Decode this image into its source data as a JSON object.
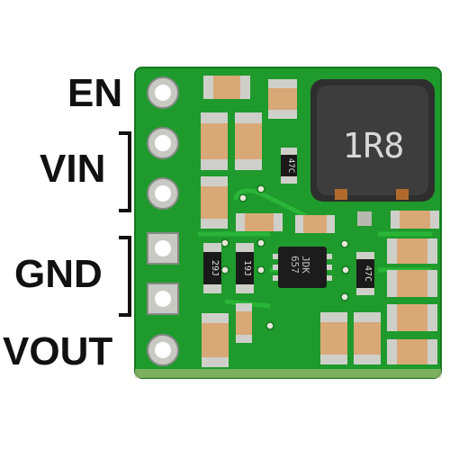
{
  "pins": {
    "en": "EN",
    "vin": "VIN",
    "gnd": "GND",
    "vout": "VOUT"
  },
  "markings": {
    "inductor": "1R8",
    "ic_line1": "JDK",
    "ic_line2": "657",
    "res_top": "47C",
    "res_left1": "29J",
    "res_left2": "19J",
    "res_right": "47C"
  },
  "colors": {
    "pcb": "#1f9a2c",
    "pcb_dark": "#157a22",
    "pad": "#c9c9c4",
    "inductor_body": "#3a3a3a",
    "cap_body": "#d9a877"
  }
}
